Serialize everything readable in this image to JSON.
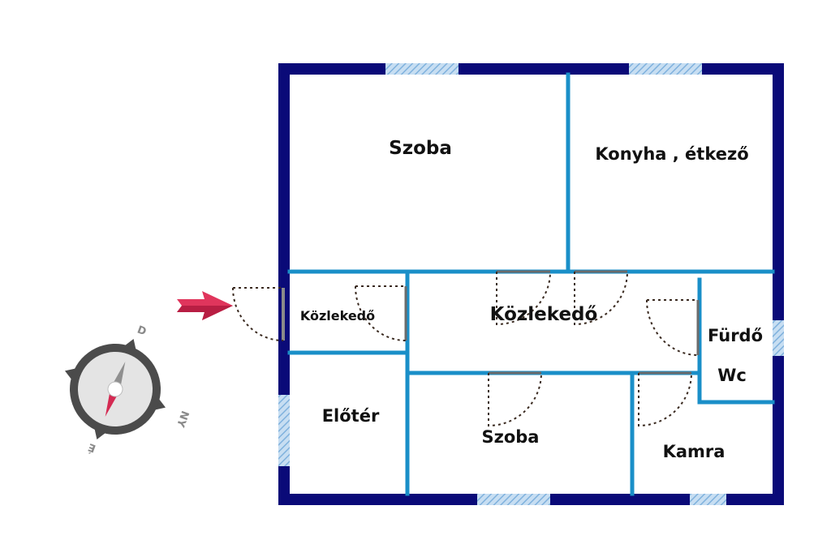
{
  "colors": {
    "outer_wall": "#0a0a78",
    "inner_wall": "#1a8fc8",
    "window": "#9fc7e6",
    "door_leaf": "#6b6b6b",
    "entrance_arrow": "#d42a52"
  },
  "rooms": {
    "szoba_top": "Szoba",
    "konyha": "Konyha , étkező",
    "kozlekedo_small": "Közlekedő",
    "kozlekedo_main": "Közlekedő",
    "furdo": "Fürdő",
    "wc": "Wc",
    "eloter": "Előtér",
    "szoba_bottom": "Szoba",
    "kamra": "Kamra"
  },
  "compass": {
    "north": "D",
    "east": "NY",
    "south": "É"
  },
  "icons": {
    "compass": "compass-icon",
    "entrance": "entrance-arrow-icon"
  }
}
